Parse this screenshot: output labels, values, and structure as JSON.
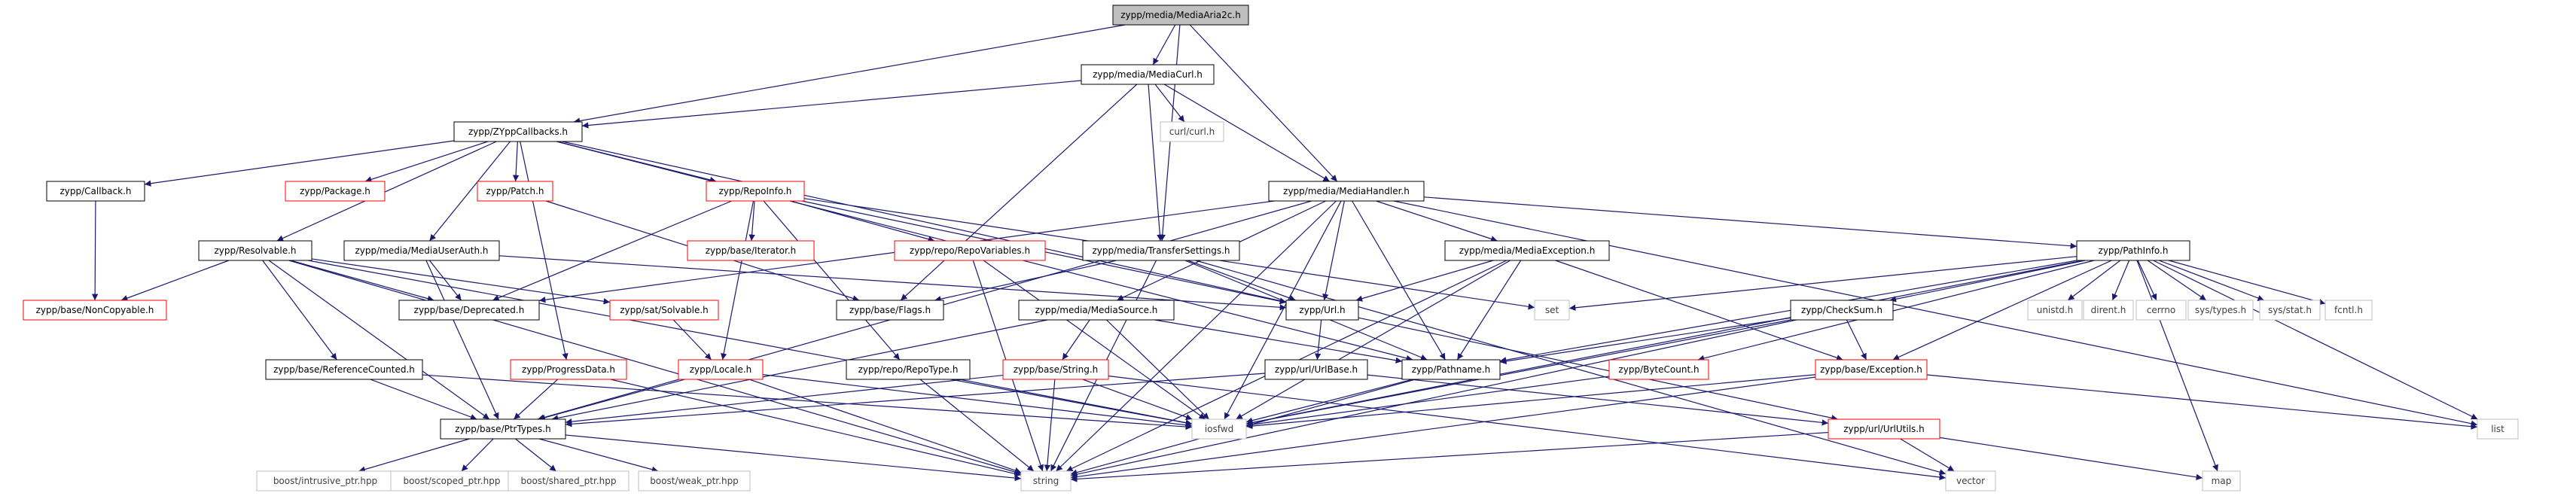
{
  "nodes": [
    {
      "id": "aria2c",
      "label": "zypp/media/MediaAria2c.h",
      "style": "root"
    },
    {
      "id": "mediacurl",
      "label": "zypp/media/MediaCurl.h",
      "style": "normal"
    },
    {
      "id": "zyppcb",
      "label": "zypp/ZYppCallbacks.h",
      "style": "normal"
    },
    {
      "id": "curl",
      "label": "curl/curl.h",
      "style": "external"
    },
    {
      "id": "mediahandler",
      "label": "zypp/media/MediaHandler.h",
      "style": "normal"
    },
    {
      "id": "callback",
      "label": "zypp/Callback.h",
      "style": "normal"
    },
    {
      "id": "package",
      "label": "zypp/Package.h",
      "style": "red"
    },
    {
      "id": "patch",
      "label": "zypp/Patch.h",
      "style": "red"
    },
    {
      "id": "repoinfo",
      "label": "zypp/RepoInfo.h",
      "style": "red"
    },
    {
      "id": "resolvable",
      "label": "zypp/Resolvable.h",
      "style": "normal"
    },
    {
      "id": "mediauserauth",
      "label": "zypp/media/MediaUserAuth.h",
      "style": "normal"
    },
    {
      "id": "repovars",
      "label": "zypp/repo/RepoVariables.h",
      "style": "red"
    },
    {
      "id": "iterator",
      "label": "zypp/base/Iterator.h",
      "style": "red"
    },
    {
      "id": "transfer",
      "label": "zypp/media/TransferSettings.h",
      "style": "normal"
    },
    {
      "id": "mediaexception",
      "label": "zypp/media/MediaException.h",
      "style": "normal"
    },
    {
      "id": "pathinfo",
      "label": "zypp/PathInfo.h",
      "style": "normal"
    },
    {
      "id": "noncopyable",
      "label": "zypp/base/NonCopyable.h",
      "style": "red"
    },
    {
      "id": "deprecated",
      "label": "zypp/base/Deprecated.h",
      "style": "normal"
    },
    {
      "id": "satsolvable",
      "label": "zypp/sat/Solvable.h",
      "style": "red"
    },
    {
      "id": "flags",
      "label": "zypp/base/Flags.h",
      "style": "normal"
    },
    {
      "id": "mediasource",
      "label": "zypp/media/MediaSource.h",
      "style": "normal"
    },
    {
      "id": "url",
      "label": "zypp/Url.h",
      "style": "normal"
    },
    {
      "id": "set",
      "label": "set",
      "style": "external"
    },
    {
      "id": "checksum",
      "label": "zypp/CheckSum.h",
      "style": "normal"
    },
    {
      "id": "unistd",
      "label": "unistd.h",
      "style": "external"
    },
    {
      "id": "dirent",
      "label": "dirent.h",
      "style": "external"
    },
    {
      "id": "cerrno",
      "label": "cerrno",
      "style": "external"
    },
    {
      "id": "systypes",
      "label": "sys/types.h",
      "style": "external"
    },
    {
      "id": "sysstat",
      "label": "sys/stat.h",
      "style": "external"
    },
    {
      "id": "fcntl",
      "label": "fcntl.h",
      "style": "external"
    },
    {
      "id": "refcounted",
      "label": "zypp/base/ReferenceCounted.h",
      "style": "normal"
    },
    {
      "id": "progressdata",
      "label": "zypp/ProgressData.h",
      "style": "red"
    },
    {
      "id": "locale",
      "label": "zypp/Locale.h",
      "style": "red"
    },
    {
      "id": "repotype",
      "label": "zypp/repo/RepoType.h",
      "style": "normal"
    },
    {
      "id": "string_h",
      "label": "zypp/base/String.h",
      "style": "red"
    },
    {
      "id": "pathname",
      "label": "zypp/Pathname.h",
      "style": "normal"
    },
    {
      "id": "urlbase",
      "label": "zypp/url/UrlBase.h",
      "style": "normal"
    },
    {
      "id": "bytecount",
      "label": "zypp/ByteCount.h",
      "style": "red"
    },
    {
      "id": "exception",
      "label": "zypp/base/Exception.h",
      "style": "red"
    },
    {
      "id": "list",
      "label": "list",
      "style": "external"
    },
    {
      "id": "ptrtypes",
      "label": "zypp/base/PtrTypes.h",
      "style": "normal"
    },
    {
      "id": "iosfwd",
      "label": "iosfwd",
      "style": "external"
    },
    {
      "id": "urlutils",
      "label": "zypp/url/UrlUtils.h",
      "style": "red"
    },
    {
      "id": "intrusive",
      "label": "boost/intrusive_ptr.hpp",
      "style": "external"
    },
    {
      "id": "scoped",
      "label": "boost/scoped_ptr.hpp",
      "style": "external"
    },
    {
      "id": "shared",
      "label": "boost/shared_ptr.hpp",
      "style": "external"
    },
    {
      "id": "weak",
      "label": "boost/weak_ptr.hpp",
      "style": "external"
    },
    {
      "id": "string",
      "label": "string",
      "style": "external"
    },
    {
      "id": "vector",
      "label": "vector",
      "style": "external"
    },
    {
      "id": "map",
      "label": "map",
      "style": "external"
    }
  ],
  "edges": [
    [
      "aria2c",
      "mediacurl"
    ],
    [
      "aria2c",
      "zyppcb"
    ],
    [
      "aria2c",
      "mediahandler"
    ],
    [
      "aria2c",
      "transfer"
    ],
    [
      "mediacurl",
      "zyppcb"
    ],
    [
      "mediacurl",
      "curl"
    ],
    [
      "mediacurl",
      "mediahandler"
    ],
    [
      "mediacurl",
      "transfer"
    ],
    [
      "mediacurl",
      "flags"
    ],
    [
      "zyppcb",
      "callback"
    ],
    [
      "zyppcb",
      "package"
    ],
    [
      "zyppcb",
      "patch"
    ],
    [
      "zyppcb",
      "repoinfo"
    ],
    [
      "zyppcb",
      "resolvable"
    ],
    [
      "zyppcb",
      "mediauserauth"
    ],
    [
      "zyppcb",
      "progressdata"
    ],
    [
      "zyppcb",
      "url"
    ],
    [
      "zyppcb",
      "pathname"
    ],
    [
      "mediahandler",
      "ptrtypes"
    ],
    [
      "mediahandler",
      "mediasource"
    ],
    [
      "mediahandler",
      "mediaexception"
    ],
    [
      "mediahandler",
      "pathinfo"
    ],
    [
      "mediahandler",
      "url"
    ],
    [
      "mediahandler",
      "pathname"
    ],
    [
      "mediahandler",
      "list"
    ],
    [
      "mediahandler",
      "string"
    ],
    [
      "mediahandler",
      "iosfwd"
    ],
    [
      "mediahandler",
      "deprecated"
    ],
    [
      "callback",
      "noncopyable"
    ],
    [
      "patch",
      "flags"
    ],
    [
      "repoinfo",
      "deprecated"
    ],
    [
      "repoinfo",
      "iterator"
    ],
    [
      "repoinfo",
      "repovars"
    ],
    [
      "repoinfo",
      "repotype"
    ],
    [
      "repoinfo",
      "url"
    ],
    [
      "repoinfo",
      "set"
    ],
    [
      "repoinfo",
      "locale"
    ],
    [
      "resolvable",
      "noncopyable"
    ],
    [
      "resolvable",
      "deprecated"
    ],
    [
      "resolvable",
      "satsolvable"
    ],
    [
      "resolvable",
      "refcounted"
    ],
    [
      "resolvable",
      "ptrtypes"
    ],
    [
      "resolvable",
      "string"
    ],
    [
      "resolvable",
      "iosfwd"
    ],
    [
      "mediauserauth",
      "deprecated"
    ],
    [
      "mediauserauth",
      "url"
    ],
    [
      "mediauserauth",
      "ptrtypes"
    ],
    [
      "repovars",
      "string"
    ],
    [
      "repovars",
      "iosfwd"
    ],
    [
      "transfer",
      "flags"
    ],
    [
      "transfer",
      "url"
    ],
    [
      "transfer",
      "pathname"
    ],
    [
      "transfer",
      "string"
    ],
    [
      "transfer",
      "vector"
    ],
    [
      "mediaexception",
      "url"
    ],
    [
      "mediaexception",
      "pathname"
    ],
    [
      "mediaexception",
      "exception"
    ],
    [
      "mediaexception",
      "iosfwd"
    ],
    [
      "mediaexception",
      "string"
    ],
    [
      "pathinfo",
      "set"
    ],
    [
      "pathinfo",
      "unistd"
    ],
    [
      "pathinfo",
      "dirent"
    ],
    [
      "pathinfo",
      "cerrno"
    ],
    [
      "pathinfo",
      "systypes"
    ],
    [
      "pathinfo",
      "sysstat"
    ],
    [
      "pathinfo",
      "fcntl"
    ],
    [
      "pathinfo",
      "pathname"
    ],
    [
      "pathinfo",
      "checksum"
    ],
    [
      "pathinfo",
      "bytecount"
    ],
    [
      "pathinfo",
      "exception"
    ],
    [
      "pathinfo",
      "list"
    ],
    [
      "pathinfo",
      "map"
    ],
    [
      "pathinfo",
      "iosfwd"
    ],
    [
      "satsolvable",
      "locale"
    ],
    [
      "mediasource",
      "string_h"
    ],
    [
      "mediasource",
      "ptrtypes"
    ],
    [
      "mediasource",
      "pathname"
    ],
    [
      "mediasource",
      "iosfwd"
    ],
    [
      "url",
      "urlbase"
    ],
    [
      "url",
      "urlutils"
    ],
    [
      "checksum",
      "exception"
    ],
    [
      "checksum",
      "pathname"
    ],
    [
      "checksum",
      "string"
    ],
    [
      "checksum",
      "iosfwd"
    ],
    [
      "refcounted",
      "iosfwd"
    ],
    [
      "refcounted",
      "ptrtypes"
    ],
    [
      "progressdata",
      "ptrtypes"
    ],
    [
      "progressdata",
      "string"
    ],
    [
      "locale",
      "string"
    ],
    [
      "locale",
      "ptrtypes"
    ],
    [
      "locale",
      "iosfwd"
    ],
    [
      "repotype",
      "string"
    ],
    [
      "repotype",
      "iosfwd"
    ],
    [
      "string_h",
      "string"
    ],
    [
      "string_h",
      "vector"
    ],
    [
      "string_h",
      "iosfwd"
    ],
    [
      "string_h",
      "ptrtypes"
    ],
    [
      "pathname",
      "string"
    ],
    [
      "pathname",
      "iosfwd"
    ],
    [
      "urlbase",
      "ptrtypes"
    ],
    [
      "urlbase",
      "urlutils"
    ],
    [
      "bytecount",
      "iosfwd"
    ],
    [
      "exception",
      "iosfwd"
    ],
    [
      "exception",
      "list"
    ],
    [
      "exception",
      "string"
    ],
    [
      "ptrtypes",
      "intrusive"
    ],
    [
      "ptrtypes",
      "scoped"
    ],
    [
      "ptrtypes",
      "shared"
    ],
    [
      "ptrtypes",
      "weak"
    ],
    [
      "ptrtypes",
      "string"
    ],
    [
      "urlutils",
      "string"
    ],
    [
      "urlutils",
      "vector"
    ],
    [
      "urlutils",
      "map"
    ]
  ],
  "colors": {
    "edge": "#191970",
    "normal_border": "#000000",
    "red_border": "#ff0000",
    "external_border": "#bfbfbf",
    "root_fill": "#bfbfbf",
    "text": "#000000",
    "external_text": "#404040"
  }
}
